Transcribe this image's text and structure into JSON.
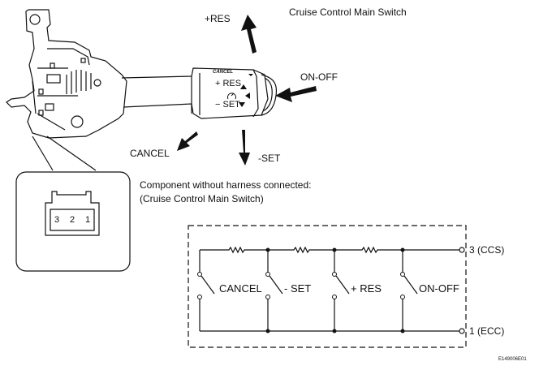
{
  "diagram": {
    "title": "Cruise Control Main Switch",
    "component_note_line1": "Component without harness connected:",
    "component_note_line2": "(Cruise Control Main Switch)",
    "lever_labels": {
      "res_up": "+RES",
      "on_off": "ON-OFF",
      "cancel": "CANCEL",
      "set_down": "-SET"
    },
    "lever_face": {
      "cancel_mark": "CANCEL",
      "res_mark": "+ RES",
      "set_mark": "− SET"
    },
    "connector_pins": [
      "3",
      "2",
      "1"
    ],
    "circuit": {
      "switches": [
        "CANCEL",
        "- SET",
        "+ RES",
        "ON-OFF"
      ],
      "terminal_top": "3 (CCS)",
      "terminal_bottom": "1 (ECC)"
    },
    "figure_code": "E149006E01"
  }
}
